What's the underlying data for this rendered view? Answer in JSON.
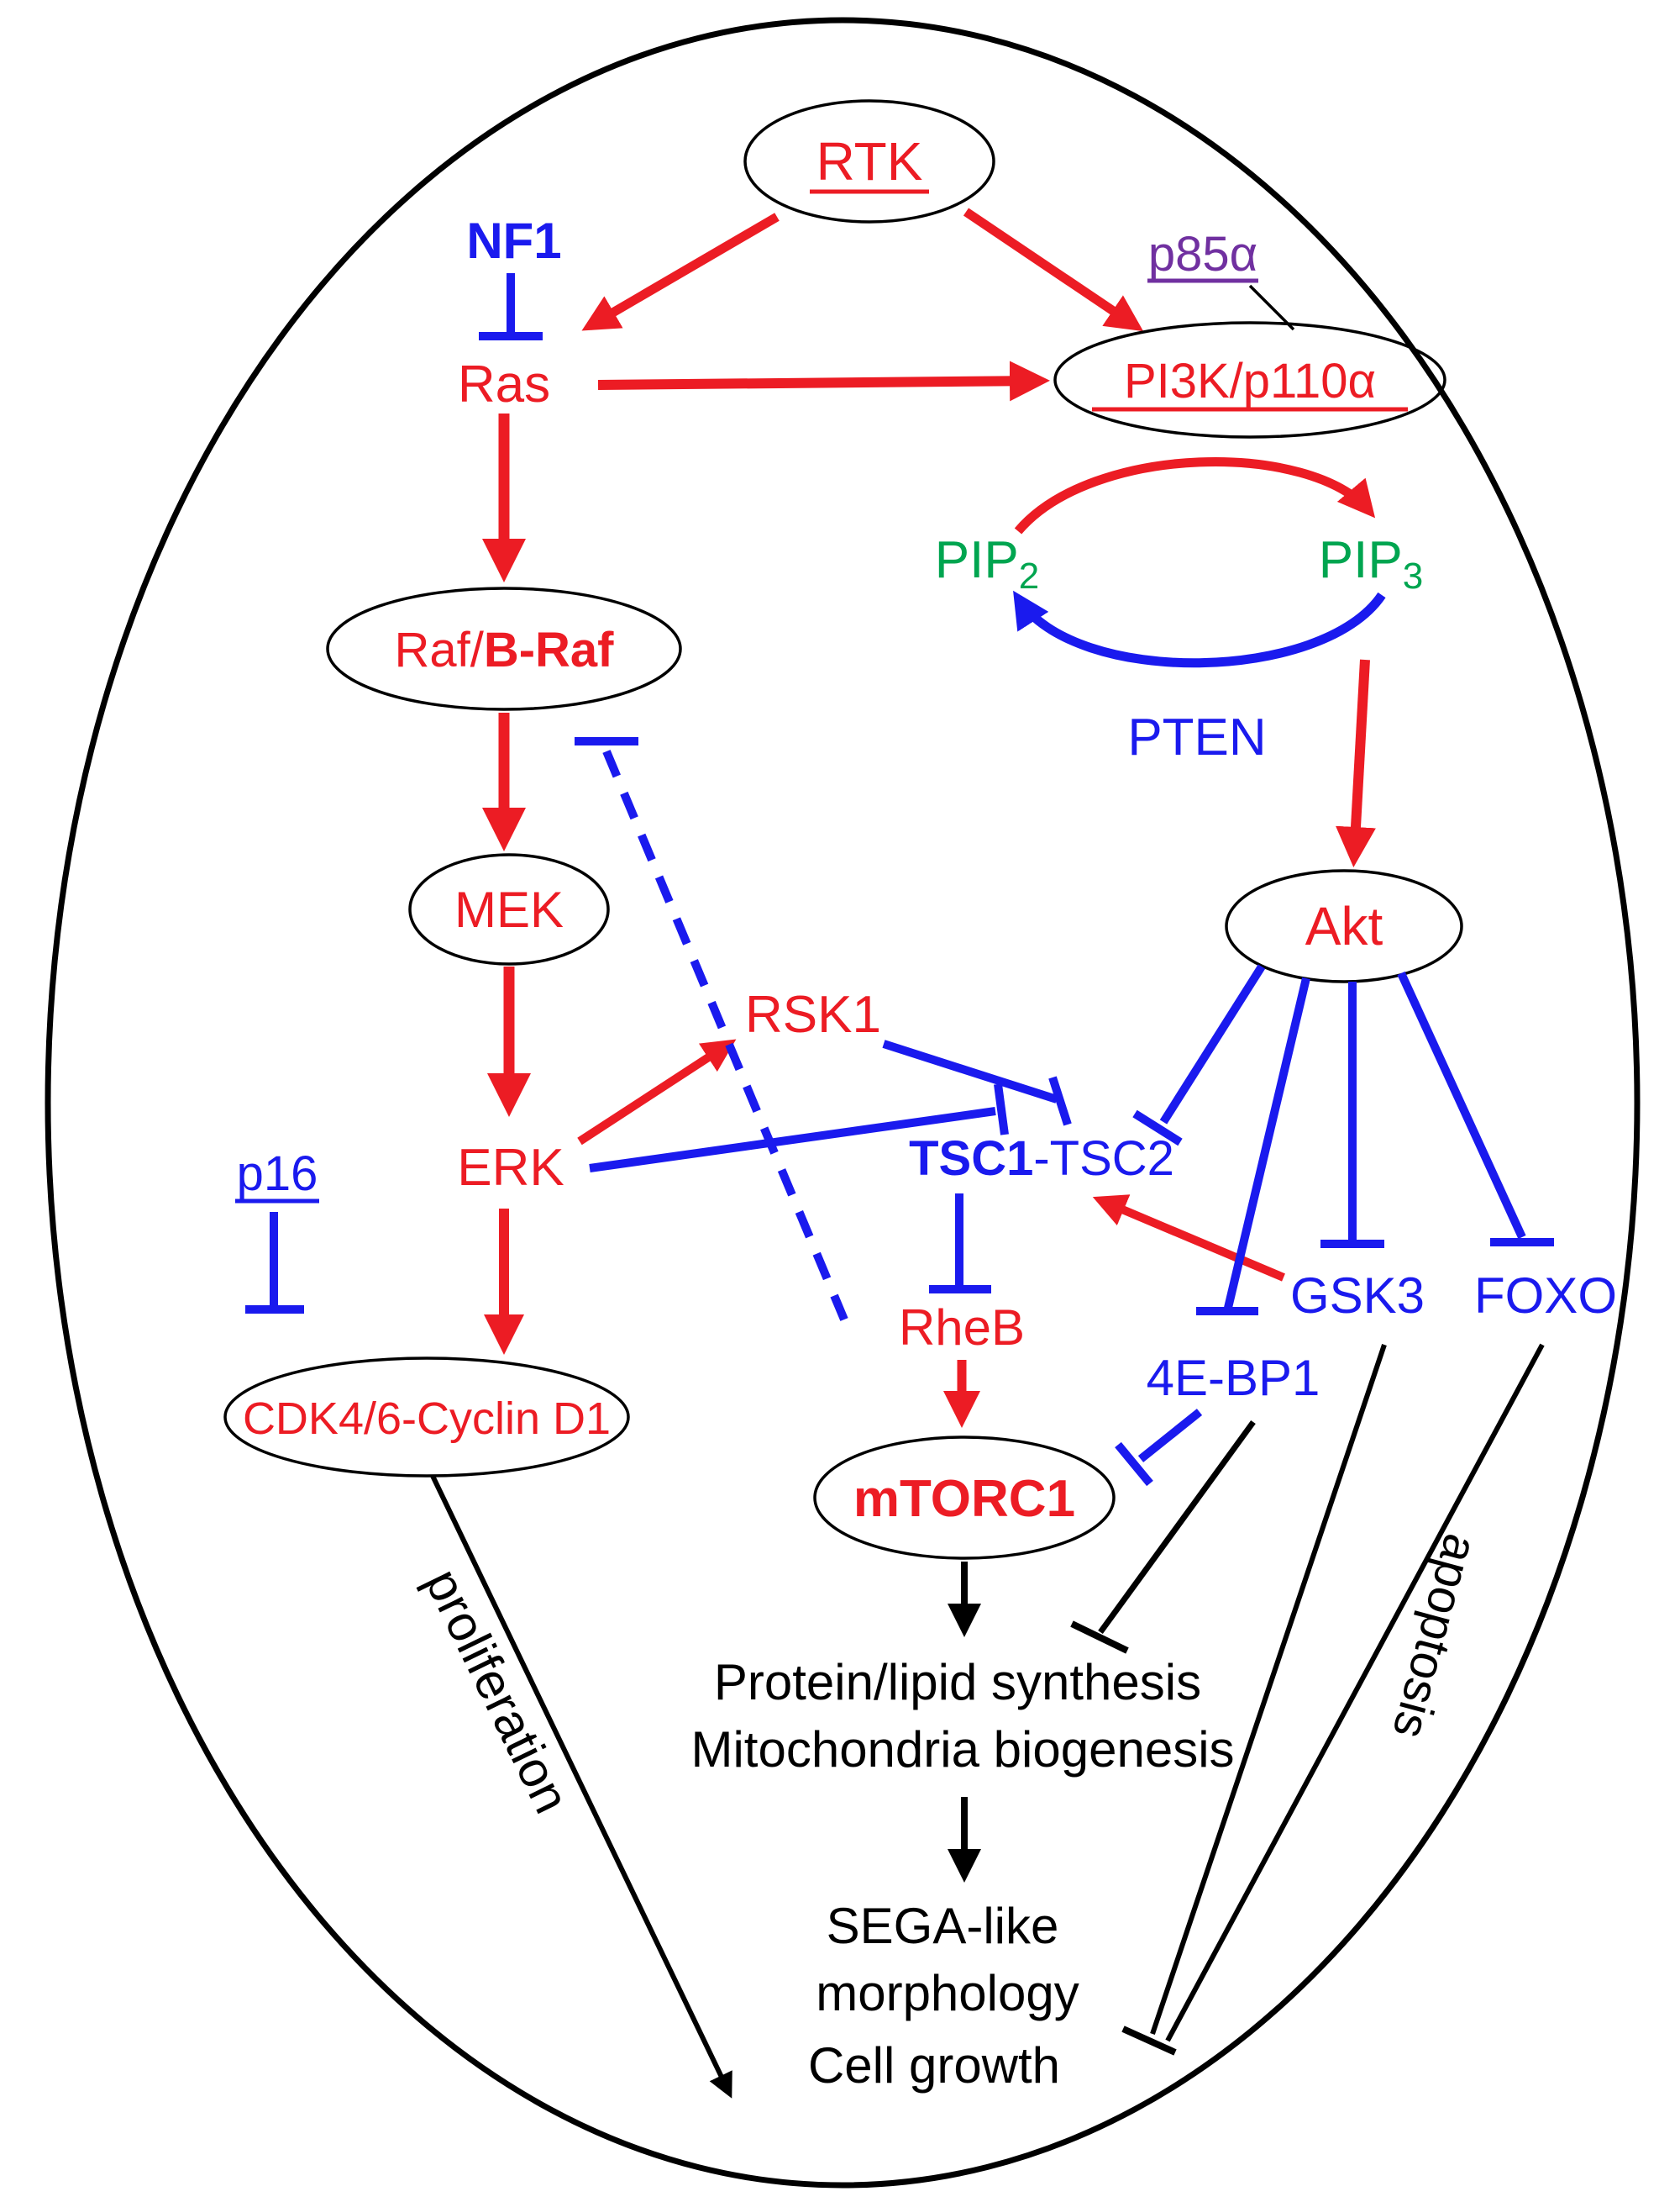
{
  "diagram": {
    "type": "signaling-pathway",
    "colors": {
      "activation_red": "#ec1c24",
      "inhibition_blue": "#1a1aee",
      "lipid_green": "#00a550",
      "adapter_purple": "#7030a0",
      "neutral_black": "#000000"
    },
    "nodes": {
      "rtk": "RTK",
      "nf1": "NF1",
      "ras": "Ras",
      "p85a": "p85α",
      "pi3k": "PI3K/p110α",
      "pip2": {
        "base": "PIP",
        "sub": "2"
      },
      "pip3": {
        "base": "PIP",
        "sub": "3"
      },
      "pten": "PTEN",
      "akt": "Akt",
      "raf": {
        "plain": "Raf/",
        "bold": "B-Raf"
      },
      "mek": "MEK",
      "erk": "ERK",
      "rsk1": "RSK1",
      "tsc": {
        "bold": "TSC1",
        "plain": "-TSC2"
      },
      "rheb": "RheB",
      "mtorc1": "mTORC1",
      "fourEbp1": "4E-BP1",
      "gsk3": "GSK3",
      "foxo": "FOXO",
      "p16": "p16",
      "cdk": "CDK4/6-Cyclin D1",
      "protein_synthesis": "Protein/lipid synthesis",
      "mitochondria": "Mitochondria biogenesis",
      "sega": "SEGA-like",
      "morphology": "morphology",
      "cell_growth": "Cell growth",
      "proliferation": "proliferation",
      "apoptosis": "apoptosis"
    }
  }
}
